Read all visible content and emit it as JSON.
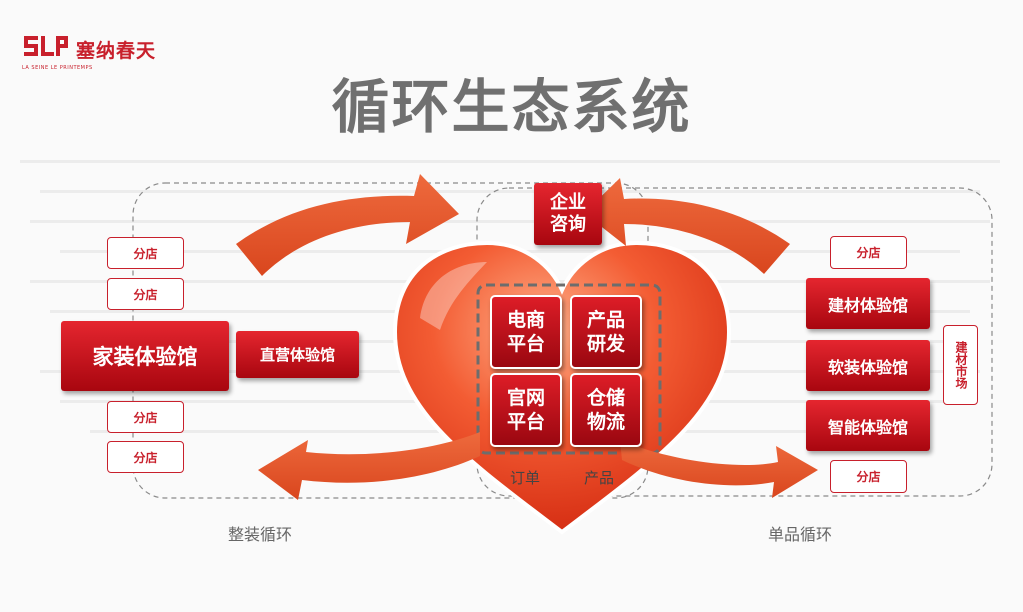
{
  "logo": {
    "mark": "SLP",
    "name": "塞纳春天",
    "sub": "LA SEINE LE PRINTEMPS"
  },
  "title": "循环生态系统",
  "center": {
    "consult": "企业\n咨询",
    "cells": [
      "电商\n平台",
      "产品\n研发",
      "官网\n平台",
      "仓储\n物流"
    ],
    "bottom_labels": [
      "订单",
      "产品"
    ]
  },
  "left": {
    "main": "家装体验馆",
    "direct": "直营体验馆",
    "branches": [
      "分店",
      "分店",
      "分店",
      "分店"
    ],
    "caption": "整装循环"
  },
  "right": {
    "halls": [
      "建材体验馆",
      "软装体验馆",
      "智能体验馆"
    ],
    "branches": [
      "分店",
      "分店"
    ],
    "market": "建材市场",
    "caption": "单品循环"
  },
  "colors": {
    "brand_red": "#c8202c",
    "arrow": "#e0552a",
    "heart": "#f05a32"
  }
}
